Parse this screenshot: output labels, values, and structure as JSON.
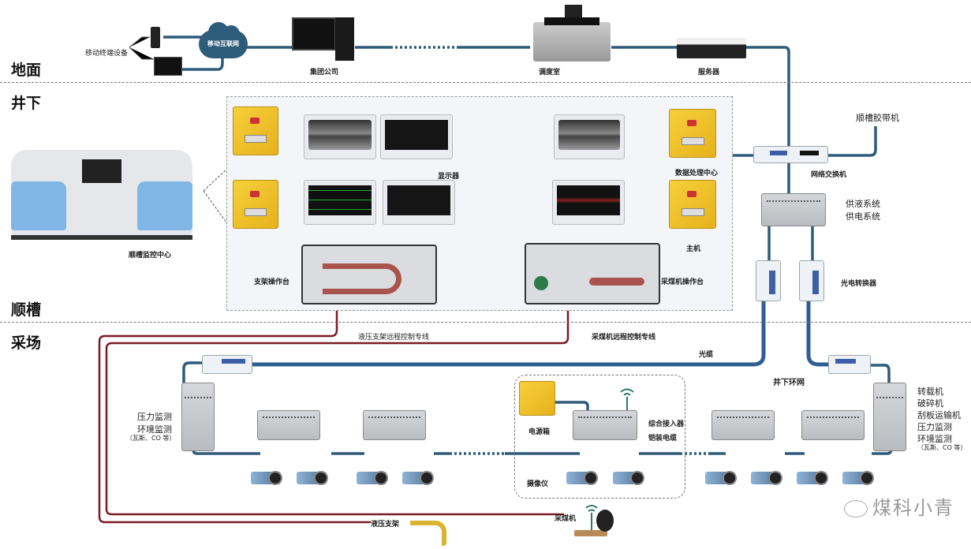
{
  "zones": {
    "surface": "地面",
    "underground": "井下",
    "gateway": "顺槽",
    "working_face": "采场"
  },
  "surface": {
    "mobile_devices": "移动终端设备",
    "mobile_internet": "移动互联网",
    "group_company": "集团公司",
    "dispatch_room": "调度室",
    "server": "服务器"
  },
  "underground": {
    "gateway_belt_conveyor": "顺槽胶带机",
    "network_switch": "网络交换机",
    "liquid_supply_system": "供液系统",
    "power_supply_system": "供电系统",
    "optical_converter": "光电转换器",
    "monitoring_center": "顺槽监控中心",
    "display": "显示器",
    "data_processing_center": "数据处理中心",
    "host": "主机",
    "support_console": "支架操作台",
    "shearer_console": "采煤机操作台"
  },
  "lines": {
    "support_control_line": "液压支架远程控制专线",
    "shearer_control_line": "采煤机远程控制专线",
    "optical_cable": "光缆",
    "ring_network": "井下环网",
    "armored_cable": "铠装电缆"
  },
  "working_face": {
    "left_monitoring": [
      "压力监测",
      "环境监测",
      "（瓦斯、CO 等）"
    ],
    "right_equipment": [
      "转载机",
      "破碎机",
      "刮板运输机",
      "压力监测",
      "环境监测",
      "（瓦斯、CO 等）"
    ],
    "power_box": "电源箱",
    "integrated_access": "综合接入器",
    "camera": "摄像仪",
    "hydraulic_support": "液压支架",
    "shearer": "采煤机"
  },
  "watermark": "煤科小青",
  "colors": {
    "network_line": "#2d5b7a",
    "ring_line": "#2f5e94",
    "control_line": "#7a1a24",
    "cloud": "#2d5b7a",
    "yellow_device": "#f0c22c"
  }
}
